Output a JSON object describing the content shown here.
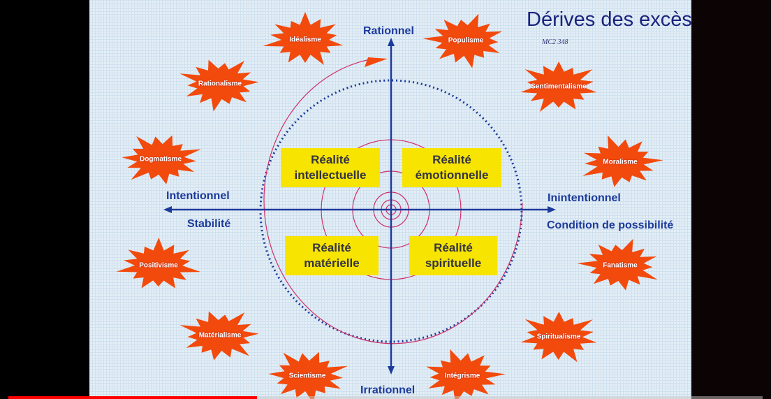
{
  "slide": {
    "title": "Dérives des excès",
    "reference": "MC2 348",
    "axes": {
      "top": "Rationnel",
      "bottom": "Irrationnel",
      "left_top": "Intentionnel",
      "left_bottom": "Stabilité",
      "right_top": "Inintentionnel",
      "right_bottom": "Condition de possibilité"
    },
    "quadrants": [
      {
        "line1": "Réalité",
        "line2": "intellectuelle"
      },
      {
        "line1": "Réalité",
        "line2": "émotionnelle"
      },
      {
        "line1": "Réalité",
        "line2": "matérielle"
      },
      {
        "line1": "Réalité",
        "line2": "spirituelle"
      }
    ],
    "excesses": [
      "Idéalisme",
      "Populisme",
      "Rationalisme",
      "Sentimentalisme",
      "Dogmatisme",
      "Moralisme",
      "Positivisme",
      "Fanatisme",
      "Matérialisme",
      "Spiritualisme",
      "Scientisme",
      "Intégrisme"
    ],
    "colors": {
      "star": "#f24a0c",
      "axis": "#1c3a9a",
      "box": "#f7e400",
      "spiral": "#d0306a"
    }
  },
  "video": {
    "progress": 0.33
  }
}
